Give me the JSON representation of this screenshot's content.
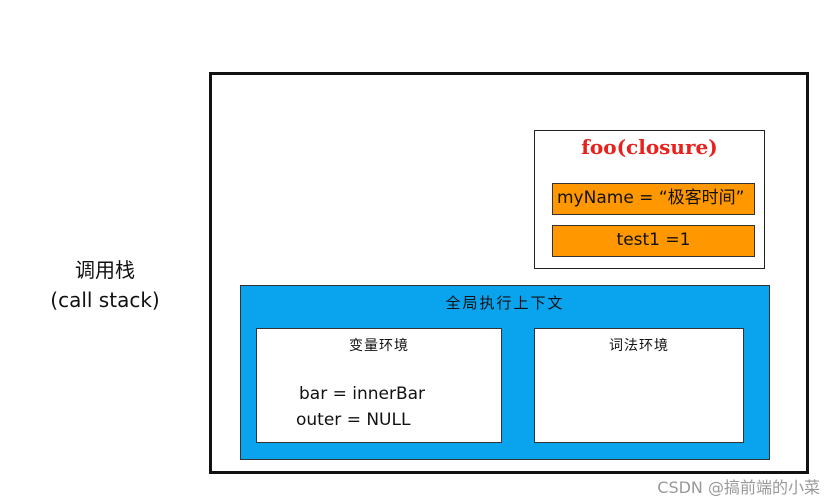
{
  "call_stack": {
    "label_line1": "调用栈",
    "label_line2": "(call stack)"
  },
  "closure": {
    "title": "foo(closure)",
    "vars": [
      "myName = “极客时间”",
      "test1 =1"
    ]
  },
  "global_context": {
    "title": "全局执行上下文",
    "variable_env": {
      "title": "变量环境",
      "entries": [
        "bar =  innerBar",
        "outer = NULL"
      ]
    },
    "lexical_env": {
      "title": "词法环境"
    }
  },
  "watermark": "CSDN @搞前端的小菜",
  "colors": {
    "closure_title": "#e8211c",
    "closure_var_fill": "#ff9800",
    "global_context_fill": "#0aa3ee",
    "frame_border": "#111111"
  }
}
